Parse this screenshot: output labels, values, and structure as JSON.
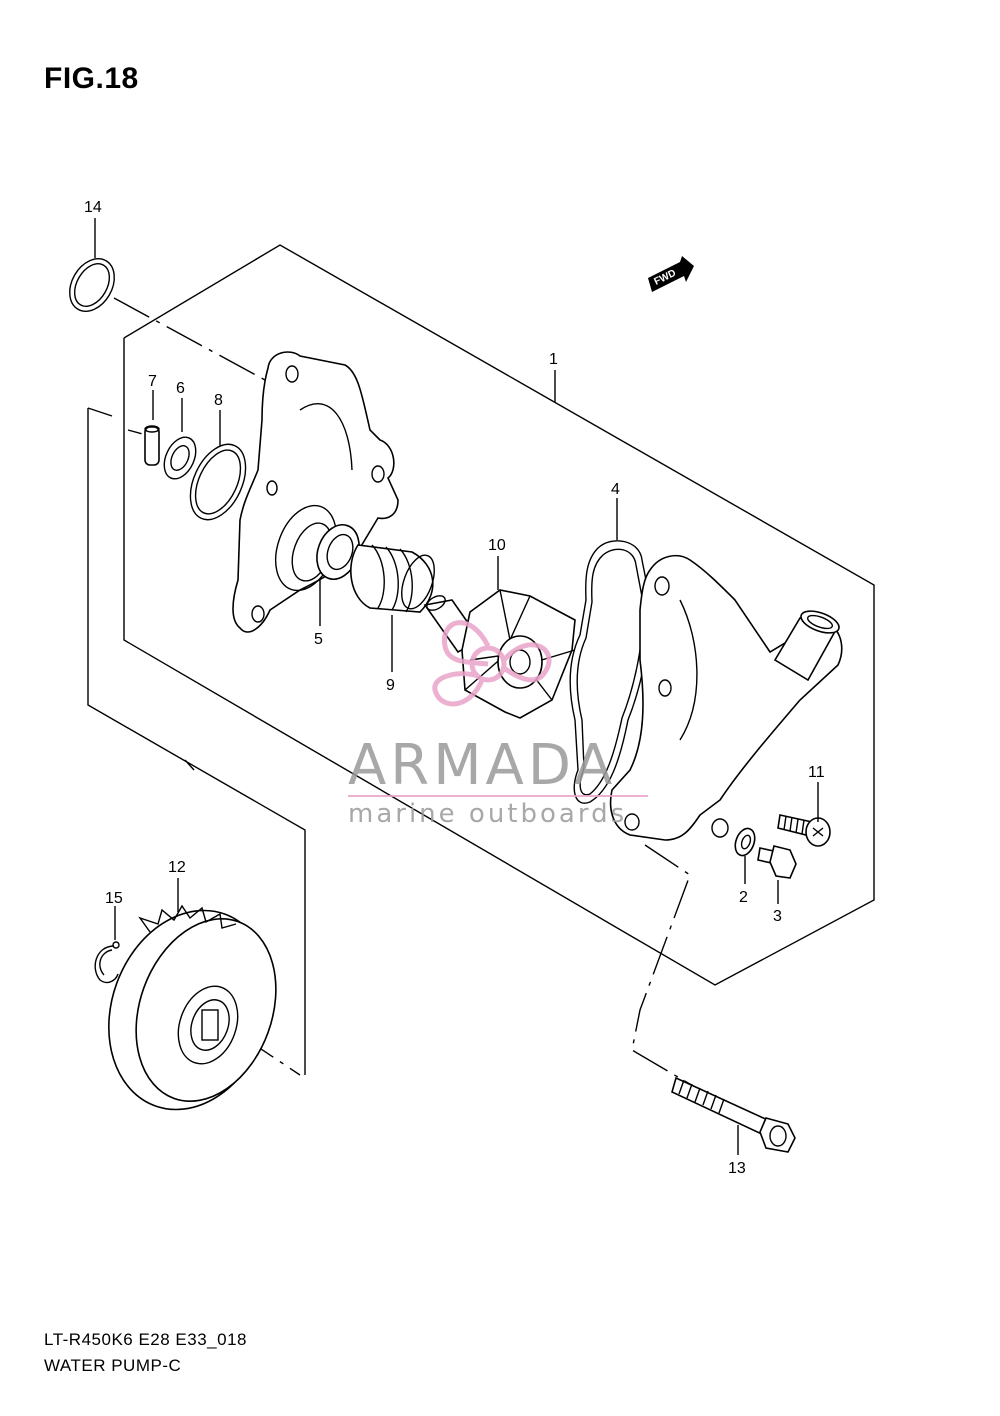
{
  "figure": {
    "title": "FIG.18",
    "code": "LT-R450K6 E28 E33_018",
    "name": "WATER PUMP-C",
    "direction_badge": "FWD"
  },
  "watermark": {
    "brand": "ARMADA",
    "tagline": "marine outboards",
    "accent_color": "#e9a3c9"
  },
  "callouts": {
    "c1": "1",
    "c2": "2",
    "c3": "3",
    "c4": "4",
    "c5": "5",
    "c6": "6",
    "c7": "7",
    "c8": "8",
    "c9": "9",
    "c10": "10",
    "c11": "11",
    "c12": "12",
    "c13": "13",
    "c14": "14",
    "c15": "15"
  }
}
